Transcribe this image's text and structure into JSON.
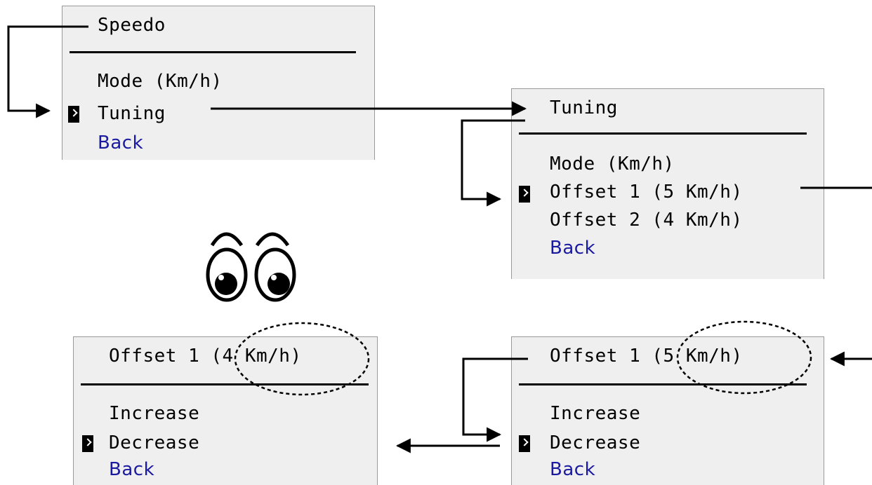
{
  "screens": {
    "speedo": {
      "title": "Speedo",
      "items": [
        "Mode (Km/h)",
        "Tuning",
        "Back"
      ]
    },
    "tuning": {
      "title": "Tuning",
      "items": [
        "Mode (Km/h)",
        "Offset 1 (5 Km/h)",
        "Offset 2 (4 Km/h)",
        "Back"
      ]
    },
    "offset_before": {
      "title": "Offset 1 (5 Km/h)",
      "items": [
        "Increase",
        "Decrease",
        "Back"
      ]
    },
    "offset_after": {
      "title": "Offset 1 (4 Km/h)",
      "items": [
        "Increase",
        "Decrease",
        "Back"
      ]
    }
  },
  "colors": {
    "lcd_background": "#efefef",
    "back_link": "#1a1aa0",
    "text": "#000000"
  },
  "icons": [
    "selection-cursor-icon",
    "arrow-icon",
    "googly-eyes-icon"
  ]
}
